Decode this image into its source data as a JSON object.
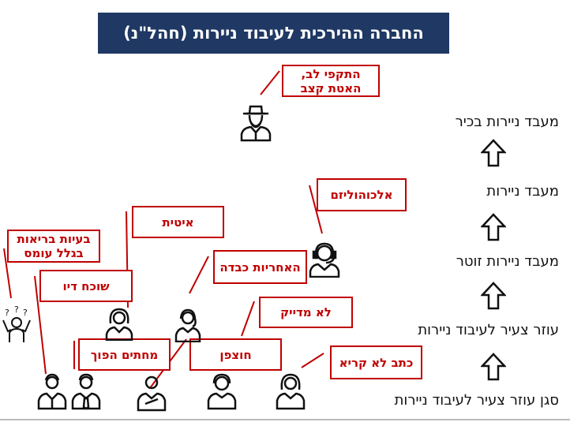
{
  "title": "החברה ההירכית לעיבוד ניירות (חהל\"נ)",
  "ranks": [
    "מעבד ניירות בכיר",
    "מעבד ניירות",
    "מעבד ניירות זוטר",
    "עוזר צעיר לעיבוד ניירות",
    "סגן עוזר צעיר לעיבוד ניירות"
  ],
  "labels": {
    "boss": "התקפי לב, האטת קצב",
    "alcoholism": "אלכוהוליזם",
    "slow": "איטית",
    "health": "בעיות בריאות בגלל עומס",
    "heavy_resp": "האחריות כבדה",
    "bored": "שוכח דיו",
    "inaccurate": "לא מדייק",
    "reverse_sign": "מחתים הפוך",
    "hasty": "חוצפן",
    "illiterate": "כתב לא קריא"
  },
  "colors": {
    "title_bg": "#1f3864",
    "accent": "#c00000"
  }
}
